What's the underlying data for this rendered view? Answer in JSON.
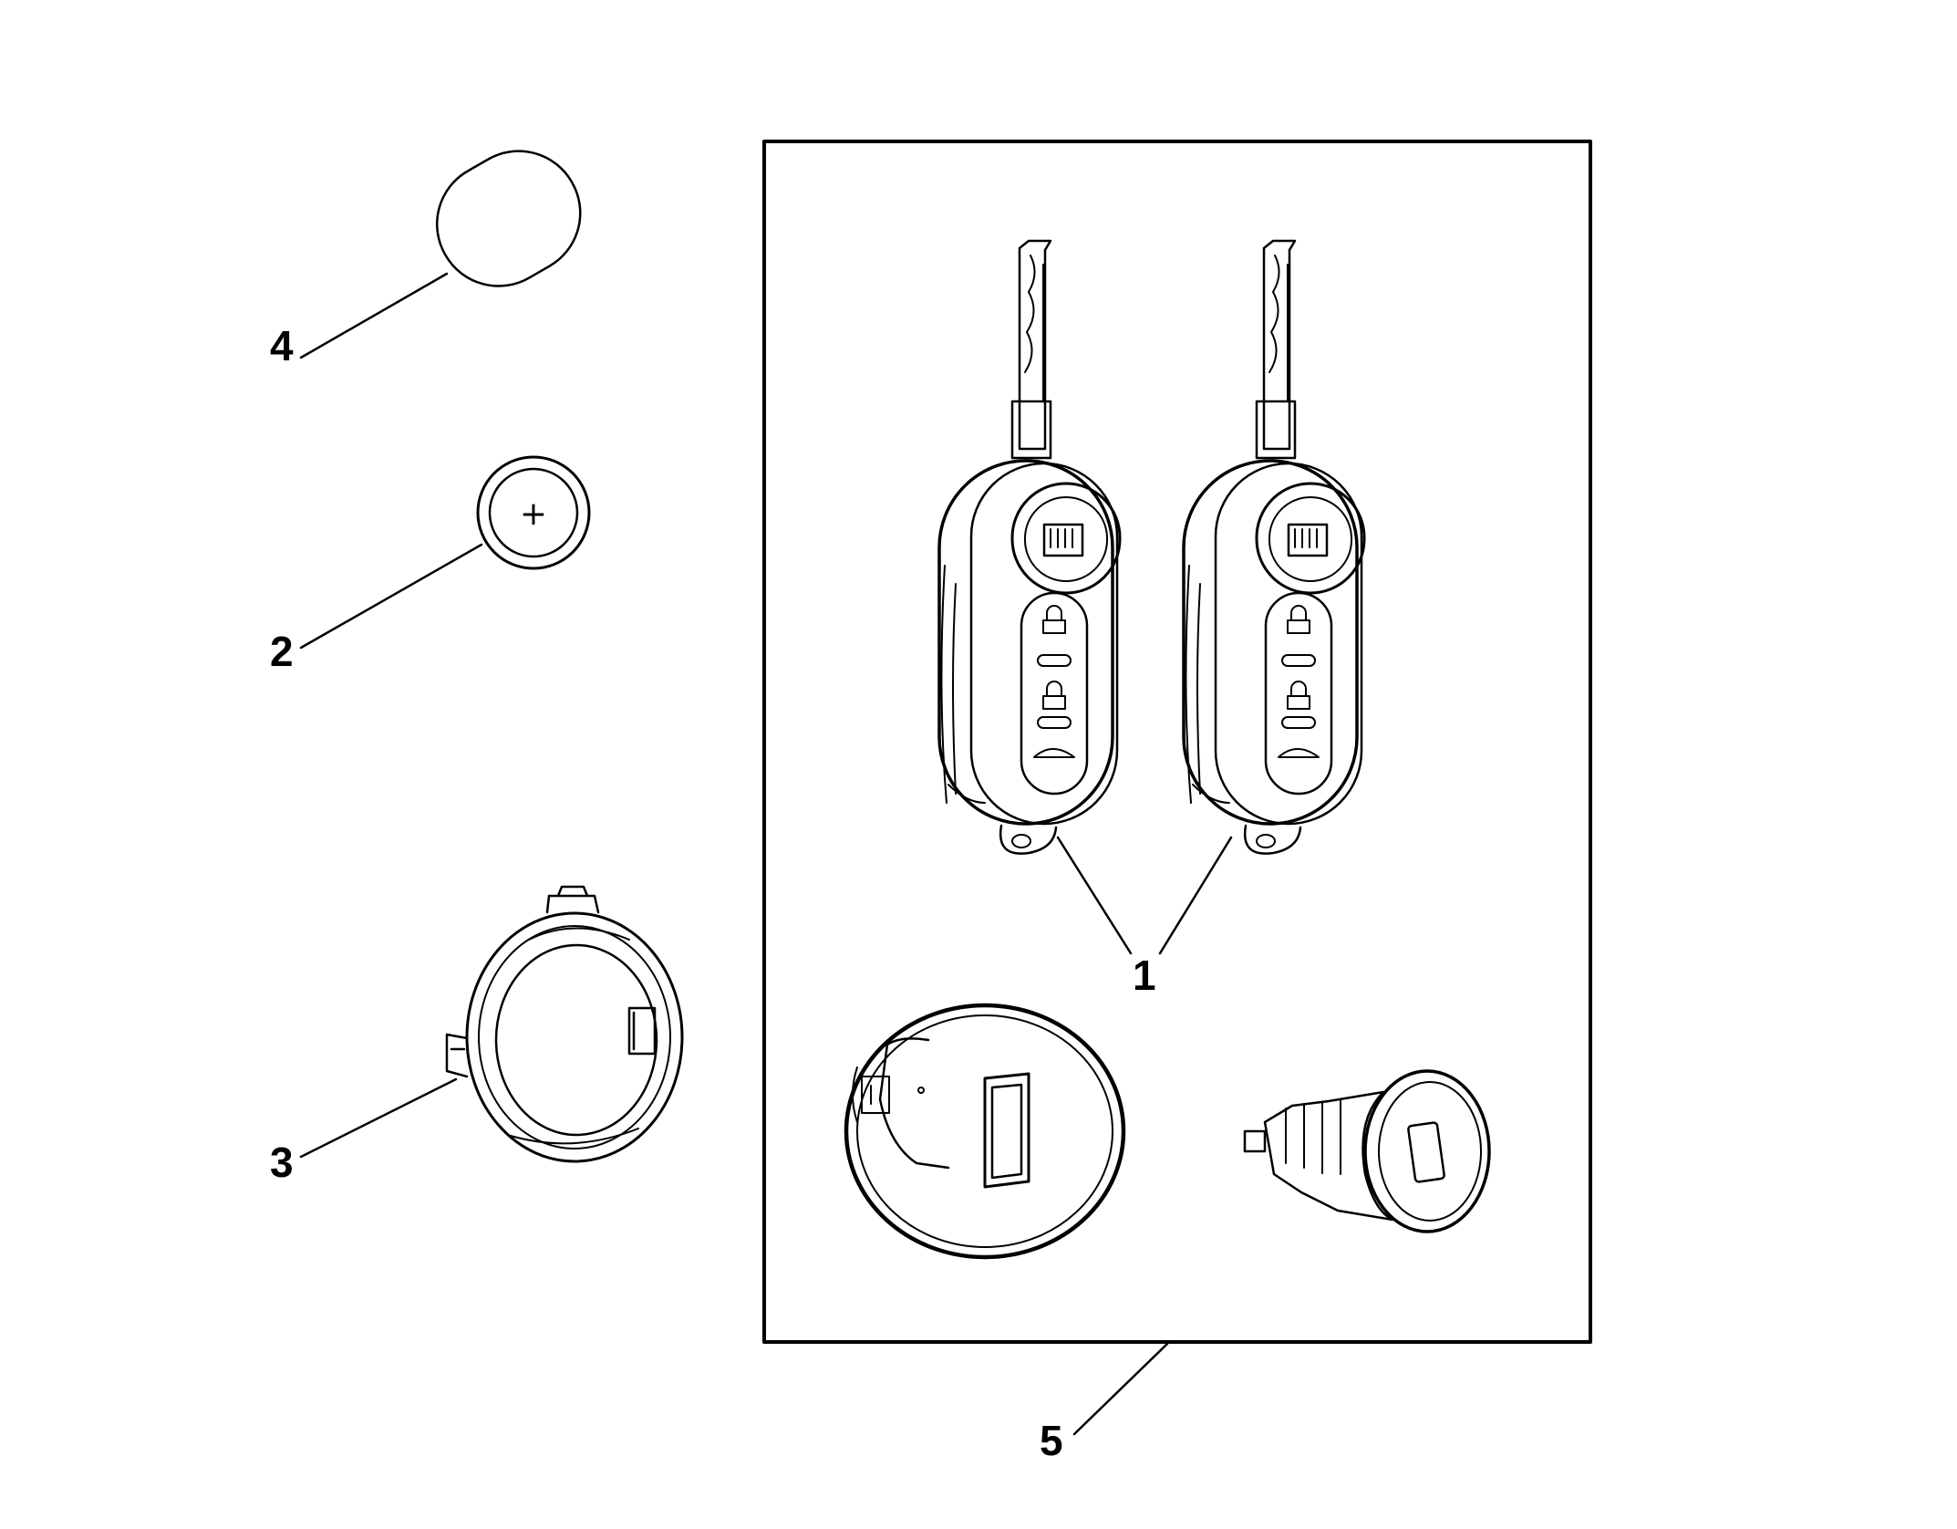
{
  "callouts": {
    "key_fob": "1",
    "battery": "2",
    "ring": "3",
    "cover": "4",
    "kit": "5"
  },
  "battery_symbol": "+",
  "colors": {
    "line": "#000000",
    "background": "#ffffff"
  }
}
